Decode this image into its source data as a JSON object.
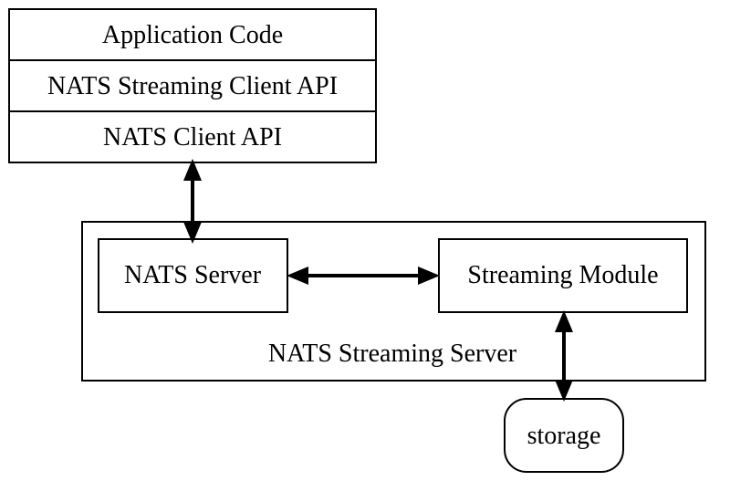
{
  "client_stack": {
    "layers": [
      "Application Code",
      "NATS Streaming Client API",
      "NATS Client API"
    ]
  },
  "server": {
    "label": "NATS Streaming Server",
    "nats_server": "NATS Server",
    "streaming_module": "Streaming Module"
  },
  "storage": {
    "label": "storage"
  },
  "connections": [
    {
      "from": "NATS Client API",
      "to": "NATS Server",
      "direction": "bidirectional"
    },
    {
      "from": "NATS Server",
      "to": "Streaming Module",
      "direction": "bidirectional"
    },
    {
      "from": "Streaming Module",
      "to": "storage",
      "direction": "bidirectional"
    }
  ]
}
